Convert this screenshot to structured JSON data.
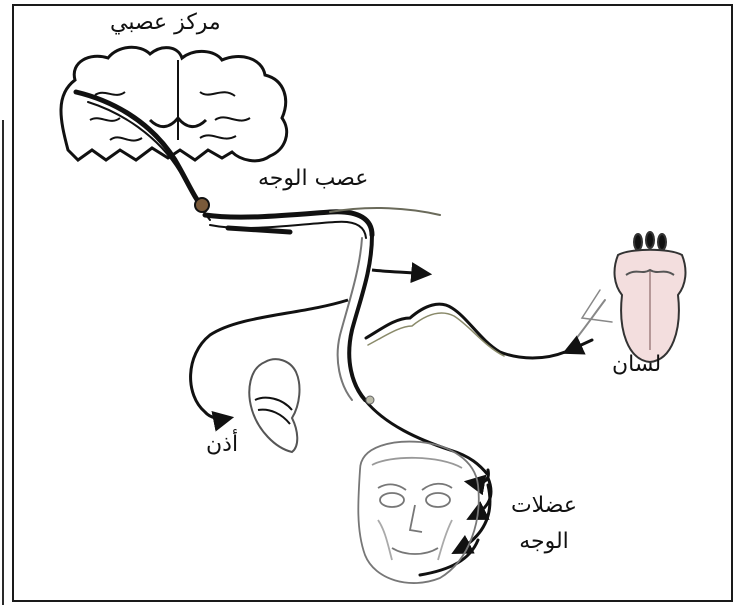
{
  "labels": {
    "nerve_center": "مركز عصبي",
    "facial_nerve": "عصب الوجه",
    "tongue": "لسان",
    "ear": "أذن",
    "facial_muscles_line1": "عضلات",
    "facial_muscles_line2": "الوجه"
  },
  "colors": {
    "ink": "#111111",
    "nerve_fill": "#d9d9c8",
    "tongue_fill": "#f3dede"
  }
}
